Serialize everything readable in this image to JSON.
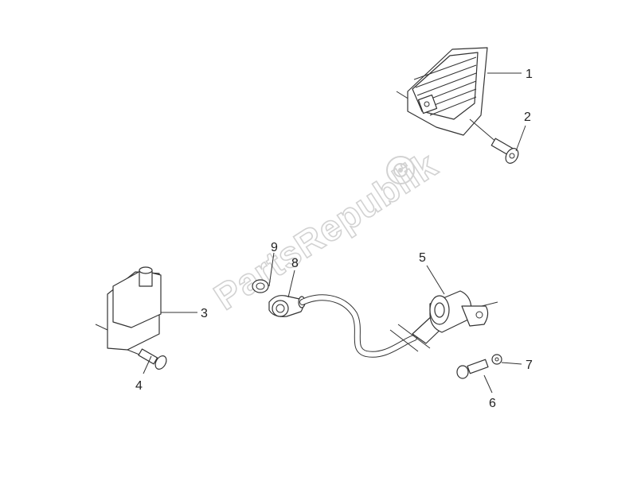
{
  "watermark": {
    "text": "PartsRepublik",
    "logo": "gear-logo-icon"
  },
  "callouts": [
    {
      "id": "1",
      "label": "1",
      "part": "regulator"
    },
    {
      "id": "2",
      "label": "2",
      "part": "regulator-bolt"
    },
    {
      "id": "3",
      "label": "3",
      "part": "ignition-module"
    },
    {
      "id": "4",
      "label": "4",
      "part": "module-bolt"
    },
    {
      "id": "5",
      "label": "5",
      "part": "ignition-coil"
    },
    {
      "id": "6",
      "label": "6",
      "part": "coil-bolt"
    },
    {
      "id": "7",
      "label": "7",
      "part": "washer"
    },
    {
      "id": "8",
      "label": "8",
      "part": "spark-plug-cap"
    },
    {
      "id": "9",
      "label": "9",
      "part": "cap-grommet"
    }
  ],
  "colors": {
    "line": "#333333",
    "watermark": "#d2d2d2",
    "background": "#ffffff"
  }
}
